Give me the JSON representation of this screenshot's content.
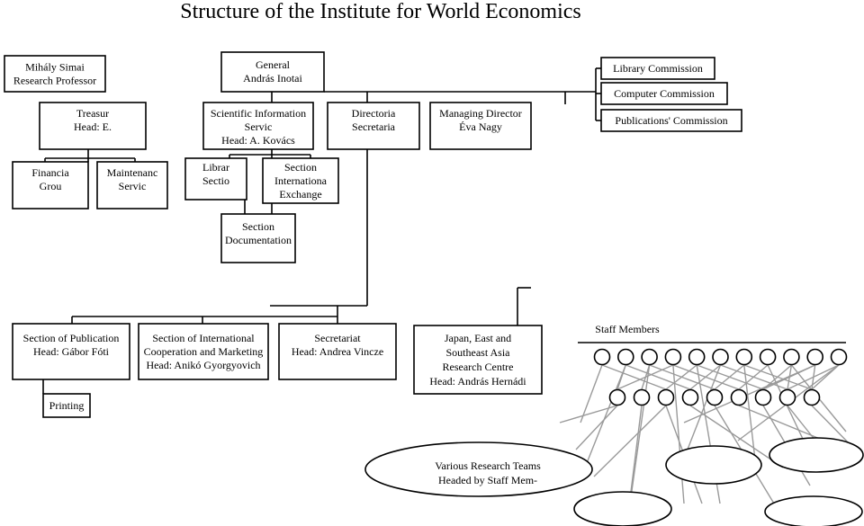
{
  "title": "Structure of the Institute for World Economics",
  "units": {
    "simai": [
      "Mihály Simai",
      "Research Professor"
    ],
    "general": [
      "General",
      "András Inotai"
    ],
    "library_commission": [
      "Library Commission"
    ],
    "computer_commission": [
      "Computer Commission"
    ],
    "publications_commission": [
      "Publications' Commission"
    ],
    "treasury": [
      "Treasur",
      "Head: E."
    ],
    "scientific_info": [
      "Scientific Information",
      "Servic",
      "Head: A. Kovács"
    ],
    "directoria": [
      "Directoria",
      "Secretaria"
    ],
    "managing_director": [
      "Managing Director",
      "Éva Nagy"
    ],
    "financial_group": [
      "Financia",
      "Grou"
    ],
    "maintenance": [
      "Maintenanc",
      "Servic"
    ],
    "library_section": [
      "Librar",
      "Sectio"
    ],
    "intl_exchange": [
      "Section",
      "Internationa",
      "Exchange"
    ],
    "documentation": [
      "Section",
      "Documentation"
    ],
    "publication": [
      "Section of Publication",
      "Head: Gábor Fóti"
    ],
    "intl_cooperation": [
      "Section of International",
      "Cooperation and Marketing",
      "Head: Anikó Gyorgyovich"
    ],
    "secretariat": [
      "Secretariat",
      "Head: Andrea Vincze"
    ],
    "japan_centre": [
      "Japan, East and",
      "Southeast Asia",
      "Research Centre",
      "Head: András Hernádi"
    ],
    "printing": [
      "Printing"
    ],
    "staff_members": "Staff Members",
    "research_teams": [
      "Various Research Teams",
      "Headed by Staff Mem-"
    ]
  },
  "staff": {
    "top_row_count": 11,
    "bottom_row_count": 9
  }
}
